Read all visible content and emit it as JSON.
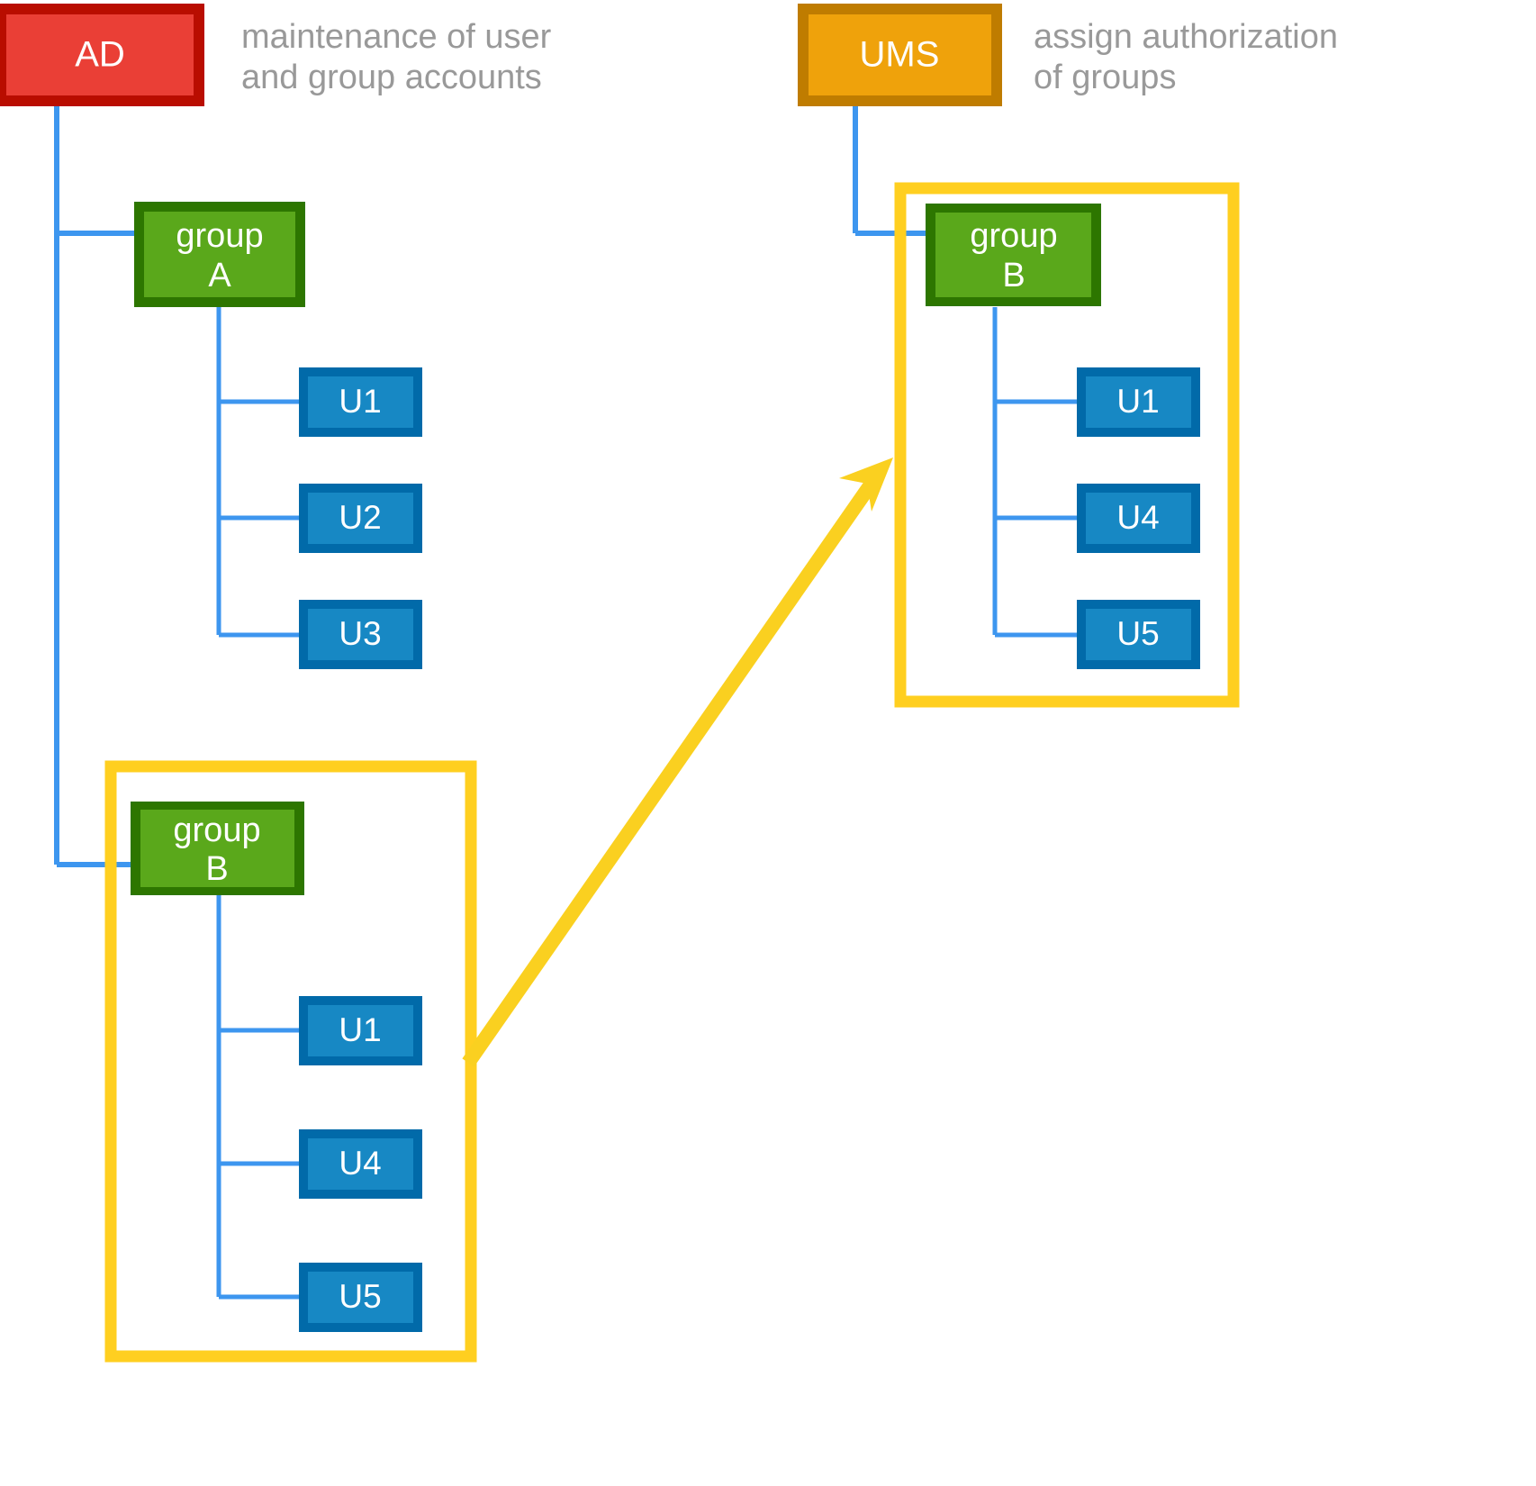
{
  "diagram": {
    "type": "hierarchy-mapping",
    "colors": {
      "ad_fill": "#ea3f36",
      "ad_border": "#b90d00",
      "ums_fill": "#efa20b",
      "ums_border": "#bf7c00",
      "group_fill": "#5aa81b",
      "group_border": "#2d7600",
      "user_fill": "#1788c4",
      "user_border": "#016aa9",
      "connector": "#3d96ef",
      "container": "#ffcf20",
      "arrow": "#fad020",
      "annotation_text": "#999999"
    },
    "systems": [
      {
        "id": "ad",
        "label": "AD",
        "annotation": "maintenance of user and group accounts",
        "annotation_line1": "maintenance of user",
        "annotation_line2": "and group accounts"
      },
      {
        "id": "ums",
        "label": "UMS",
        "annotation": "assign authorization of groups",
        "annotation_line1": "assign authorization",
        "annotation_line2": "of groups"
      }
    ],
    "groups": [
      {
        "id": "ad-group-a",
        "system": "ad",
        "label_line1": "group",
        "label_line2": "A",
        "highlighted": false,
        "members": [
          "U1",
          "U2",
          "U3"
        ]
      },
      {
        "id": "ad-group-b",
        "system": "ad",
        "label_line1": "group",
        "label_line2": "B",
        "highlighted": true,
        "members": [
          "U1",
          "U4",
          "U5"
        ]
      },
      {
        "id": "ums-group-b",
        "system": "ums",
        "label_line1": "group",
        "label_line2": "B",
        "highlighted": true,
        "members": [
          "U1",
          "U4",
          "U5"
        ]
      }
    ],
    "mapping_arrow": {
      "from_group": "ad-group-b",
      "to_group": "ums-group-b",
      "label": ""
    }
  }
}
